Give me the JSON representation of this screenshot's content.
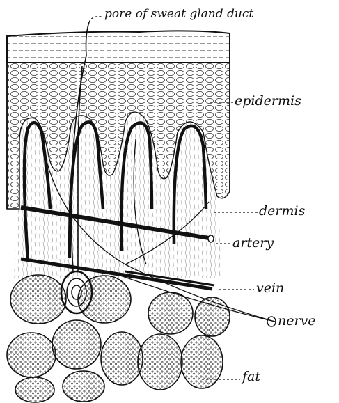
{
  "labels": {
    "pore": "pore of sweat gland duct",
    "epidermis": "epidermis",
    "dermis": "dermis",
    "artery": "artery",
    "vein": "vein",
    "nerve": "nerve",
    "fat": "fat"
  },
  "colors": {
    "ink": "#111111",
    "paper": "#ffffff"
  }
}
